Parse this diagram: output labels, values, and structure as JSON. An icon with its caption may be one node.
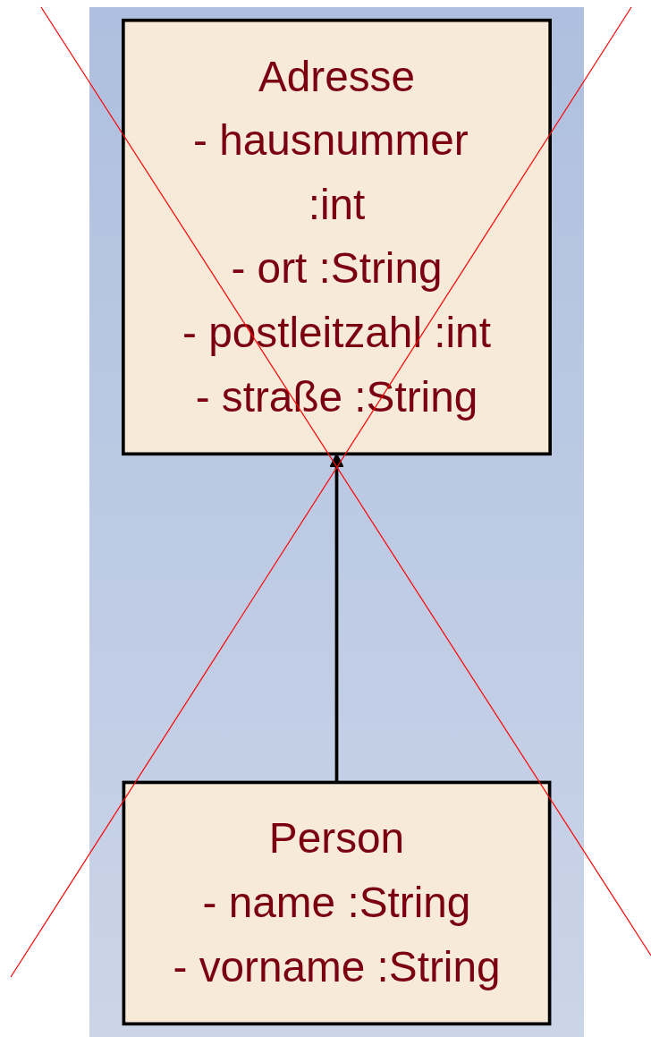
{
  "diagram": {
    "nodes": [
      {
        "text": [
          "Adresse",
          "- hausnummer :int",
          "- ort :String",
          "- postleitzahl :int",
          "- straße :String"
        ]
      },
      {
        "text": [
          "Person",
          "- name :String",
          "- vorname :String"
        ]
      }
    ],
    "edges": [
      {
        "from": 1,
        "to": 0,
        "arrow": "to"
      }
    ]
  }
}
